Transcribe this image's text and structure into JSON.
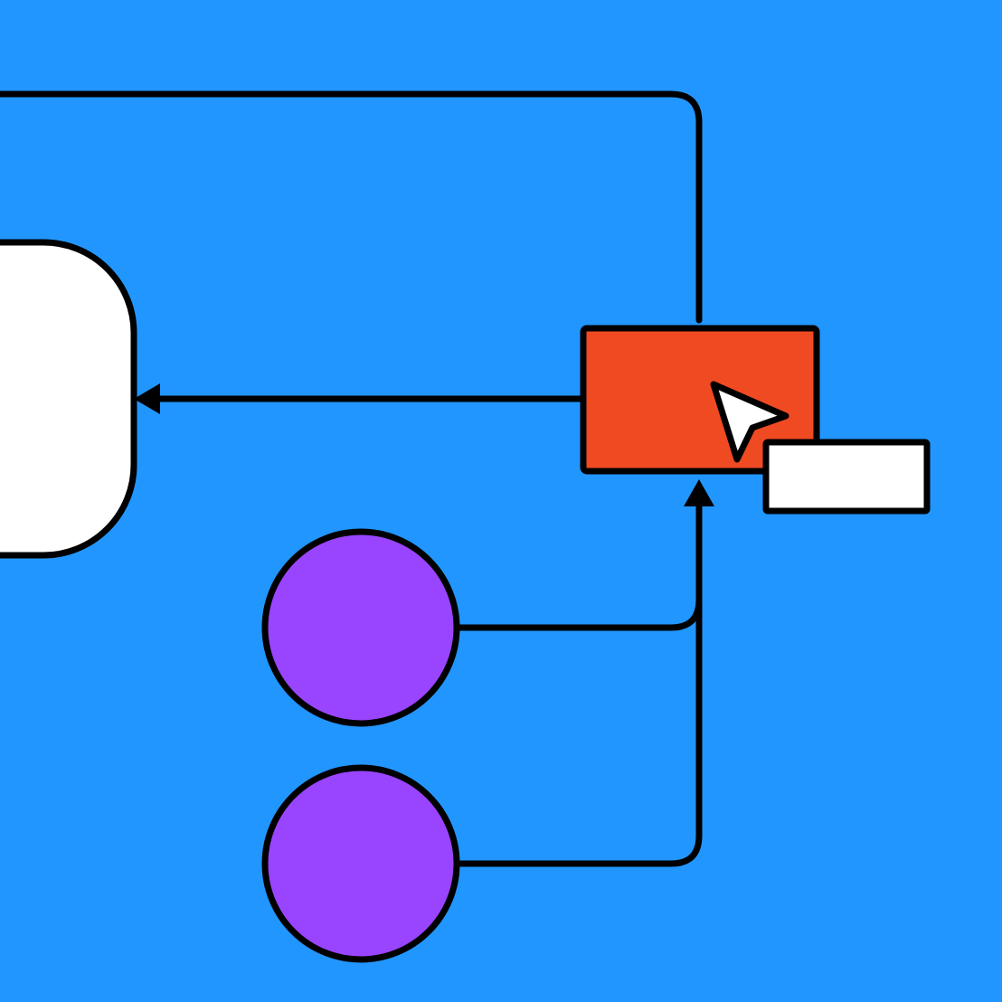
{
  "colors": {
    "background": "#2296FF",
    "stroke": "#000000",
    "terminal_fill": "#FFFFFF",
    "process_fill": "#F04A23",
    "input_fill": "#9945FF",
    "tooltip_fill": "#FFFFFF",
    "cursor_fill": "#FFFFFF"
  },
  "nodes": {
    "terminal": {
      "shape": "rounded-rectangle",
      "label": ""
    },
    "process": {
      "shape": "rectangle",
      "label": ""
    },
    "input_1": {
      "shape": "circle",
      "label": ""
    },
    "input_2": {
      "shape": "circle",
      "label": ""
    },
    "tooltip": {
      "shape": "rectangle",
      "label": ""
    }
  },
  "connectors": [
    {
      "from": "process",
      "to": "terminal",
      "arrow": true
    },
    {
      "from": "process",
      "to": "terminal",
      "arrow": false,
      "route": "loop-over-top"
    },
    {
      "from": "input_1",
      "to": "process",
      "arrow": true
    },
    {
      "from": "input_2",
      "to": "process",
      "arrow": true
    }
  ],
  "icons": {
    "cursor": "mouse-pointer-icon"
  }
}
